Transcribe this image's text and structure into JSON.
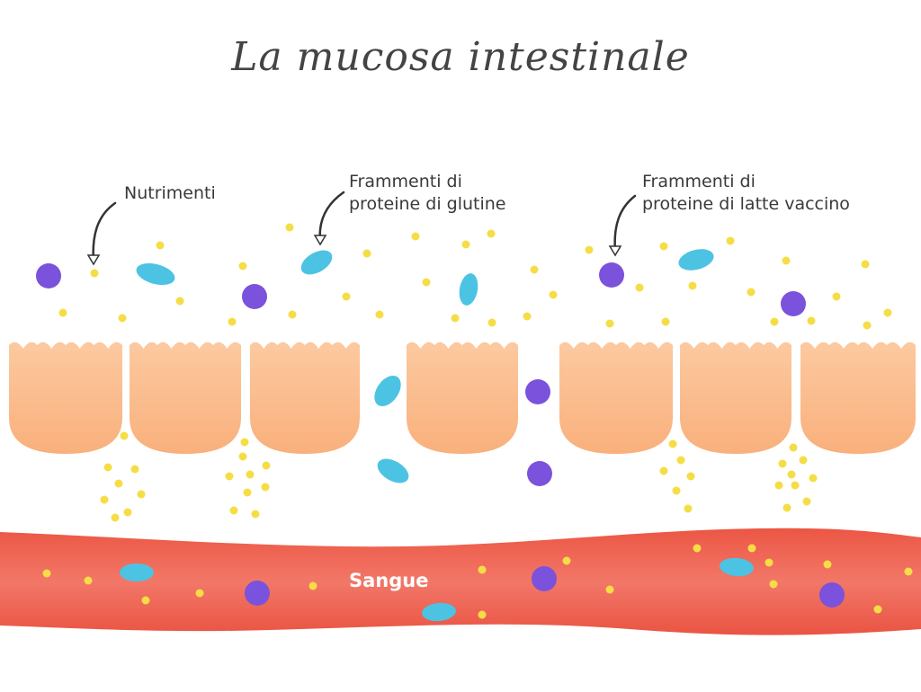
{
  "title": "La mucosa intestinale",
  "labels": {
    "nutrients": "Nutrimenti",
    "gluten_line1": "Frammenti di",
    "gluten_line2": "proteine di glutine",
    "milk_line1": "Frammenti di",
    "milk_line2": "proteine di latte vaccino",
    "blood": "Sangue"
  },
  "colors": {
    "cell": "#fbc196",
    "blood": "#ef5a47",
    "nutrient": "#f5dd45",
    "gluten": "#4cc3e3",
    "milk": "#7b52db"
  }
}
